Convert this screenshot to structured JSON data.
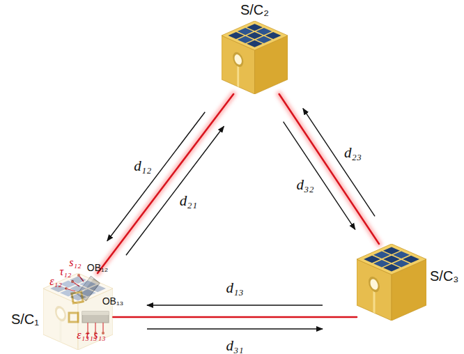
{
  "diagram": {
    "nodes": [
      {
        "text": [
          "S/C₁"
        ]
      },
      {
        "text": [
          "S/C₂"
        ]
      },
      {
        "text": [
          "S/C₃"
        ]
      }
    ],
    "edges": [
      {
        "from": 0,
        "to": 1,
        "arrow": "none"
      },
      {
        "from": 1,
        "to": 2,
        "arrow": "none"
      },
      {
        "from": 0,
        "to": 2,
        "arrow": "none"
      },
      {
        "from": 1,
        "to": 0,
        "arrow": "to",
        "label": "d₁₂"
      },
      {
        "from": 0,
        "to": 1,
        "arrow": "to",
        "label": "d₂₁"
      },
      {
        "from": 2,
        "to": 1,
        "arrow": "to",
        "label": "d₂₃"
      },
      {
        "from": 1,
        "to": 2,
        "arrow": "to",
        "label": "d₃₂"
      },
      {
        "from": 2,
        "to": 0,
        "arrow": "to",
        "label": "d₁₃"
      },
      {
        "from": 0,
        "to": 2,
        "arrow": "to",
        "label": "d₃₁"
      }
    ],
    "labels": [
      "OB₁₂",
      "s₁₂",
      "τ₁₂",
      "ε₁₂",
      "OB₁₃",
      "ε₁₃",
      "τ₁₃",
      "s₁₃"
    ]
  }
}
